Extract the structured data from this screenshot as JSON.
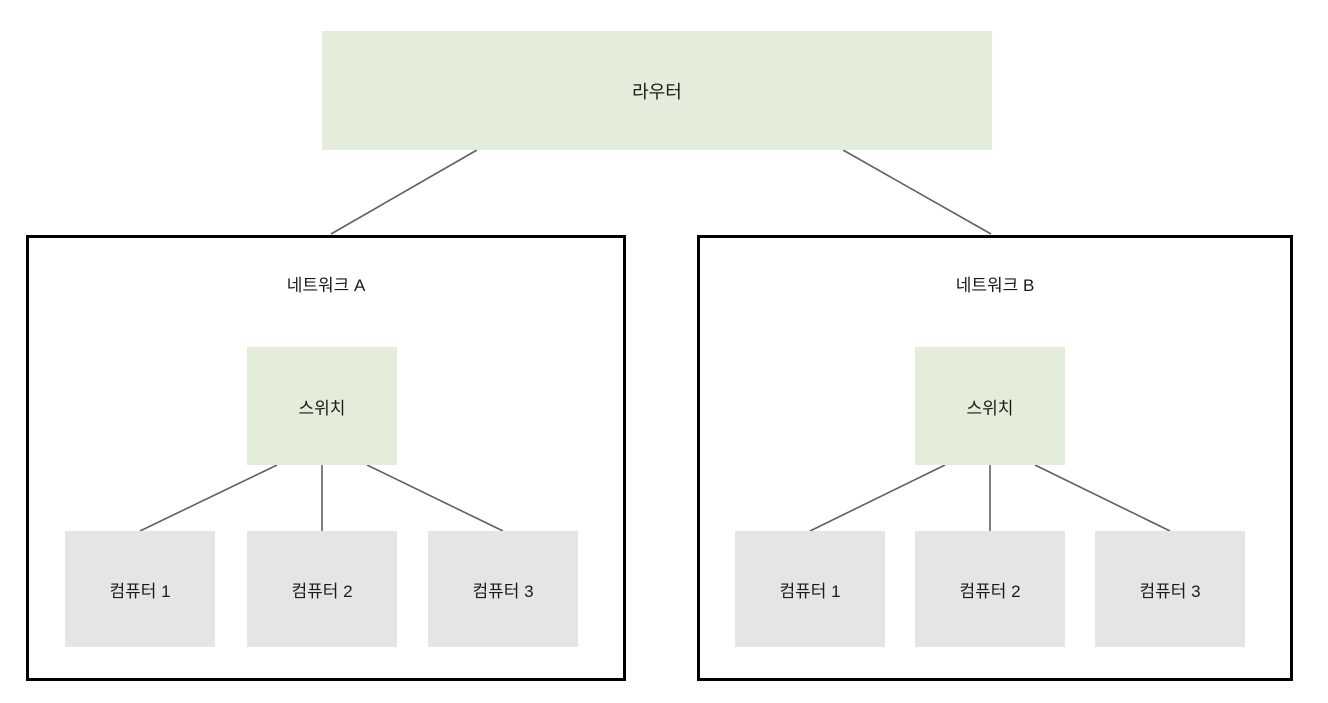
{
  "diagram": {
    "type": "network-topology",
    "title_text": "",
    "colors": {
      "device_fill": "#e3edd9",
      "computer_fill": "#e5e5e5",
      "group_border": "#000000",
      "edge_stroke": "#606060",
      "text": "#1a1a1a",
      "background": "#ffffff"
    },
    "router": {
      "label": "라우터"
    },
    "networks": [
      {
        "title": "네트워크 A",
        "switch": {
          "label": "스위치"
        },
        "computers": [
          {
            "label": "컴퓨터 1"
          },
          {
            "label": "컴퓨터 2"
          },
          {
            "label": "컴퓨터 3"
          }
        ]
      },
      {
        "title": "네트워크 B",
        "switch": {
          "label": "스위치"
        },
        "computers": [
          {
            "label": "컴퓨터 1"
          },
          {
            "label": "컴퓨터 2"
          },
          {
            "label": "컴퓨터 3"
          }
        ]
      }
    ],
    "connections": [
      {
        "from": "라우터",
        "to": "네트워크 A"
      },
      {
        "from": "라우터",
        "to": "네트워크 B"
      },
      {
        "from": "스위치 A",
        "to": "컴퓨터 1"
      },
      {
        "from": "스위치 A",
        "to": "컴퓨터 2"
      },
      {
        "from": "스위치 A",
        "to": "컴퓨터 3"
      },
      {
        "from": "스위치 B",
        "to": "컴퓨터 1"
      },
      {
        "from": "스위치 B",
        "to": "컴퓨터 2"
      },
      {
        "from": "스위치 B",
        "to": "컴퓨터 3"
      }
    ]
  }
}
